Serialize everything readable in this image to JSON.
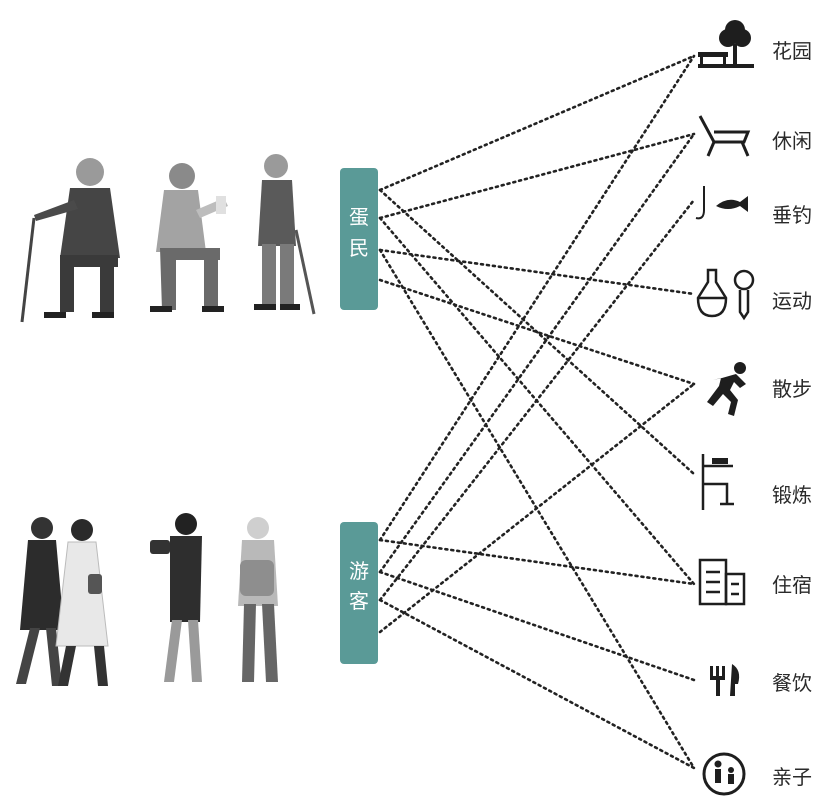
{
  "groups": [
    {
      "id": "resident",
      "label_lines": [
        "蛋",
        "民"
      ],
      "color": "#5a9a97"
    },
    {
      "id": "visitor",
      "label_lines": [
        "游",
        "客"
      ],
      "color": "#5a9a97"
    }
  ],
  "activities": [
    {
      "id": "garden",
      "label": "花园",
      "icon": "tree-bench-icon"
    },
    {
      "id": "leisure",
      "label": "休闲",
      "icon": "lounge-chair-icon"
    },
    {
      "id": "fishing",
      "label": "垂钓",
      "icon": "fish-hook-icon"
    },
    {
      "id": "sport",
      "label": "运动",
      "icon": "racket-ball-icon"
    },
    {
      "id": "walk",
      "label": "散步",
      "icon": "running-person-icon"
    },
    {
      "id": "exercise",
      "label": "锻炼",
      "icon": "fitness-equipment-icon"
    },
    {
      "id": "lodging",
      "label": "住宿",
      "icon": "building-icon"
    },
    {
      "id": "dining",
      "label": "餐饮",
      "icon": "fork-knife-icon"
    },
    {
      "id": "family",
      "label": "亲子",
      "icon": "parent-child-icon"
    }
  ],
  "links": [
    [
      "resident",
      "garden"
    ],
    [
      "resident",
      "leisure"
    ],
    [
      "resident",
      "sport"
    ],
    [
      "resident",
      "walk"
    ],
    [
      "resident",
      "exercise"
    ],
    [
      "resident",
      "lodging"
    ],
    [
      "resident",
      "family"
    ],
    [
      "visitor",
      "garden"
    ],
    [
      "visitor",
      "leisure"
    ],
    [
      "visitor",
      "fishing"
    ],
    [
      "visitor",
      "walk"
    ],
    [
      "visitor",
      "lodging"
    ],
    [
      "visitor",
      "dining"
    ],
    [
      "visitor",
      "family"
    ]
  ],
  "colors": {
    "accent": "#5a9a97",
    "line": "#222222",
    "silhouette": "#3a3a3a"
  }
}
